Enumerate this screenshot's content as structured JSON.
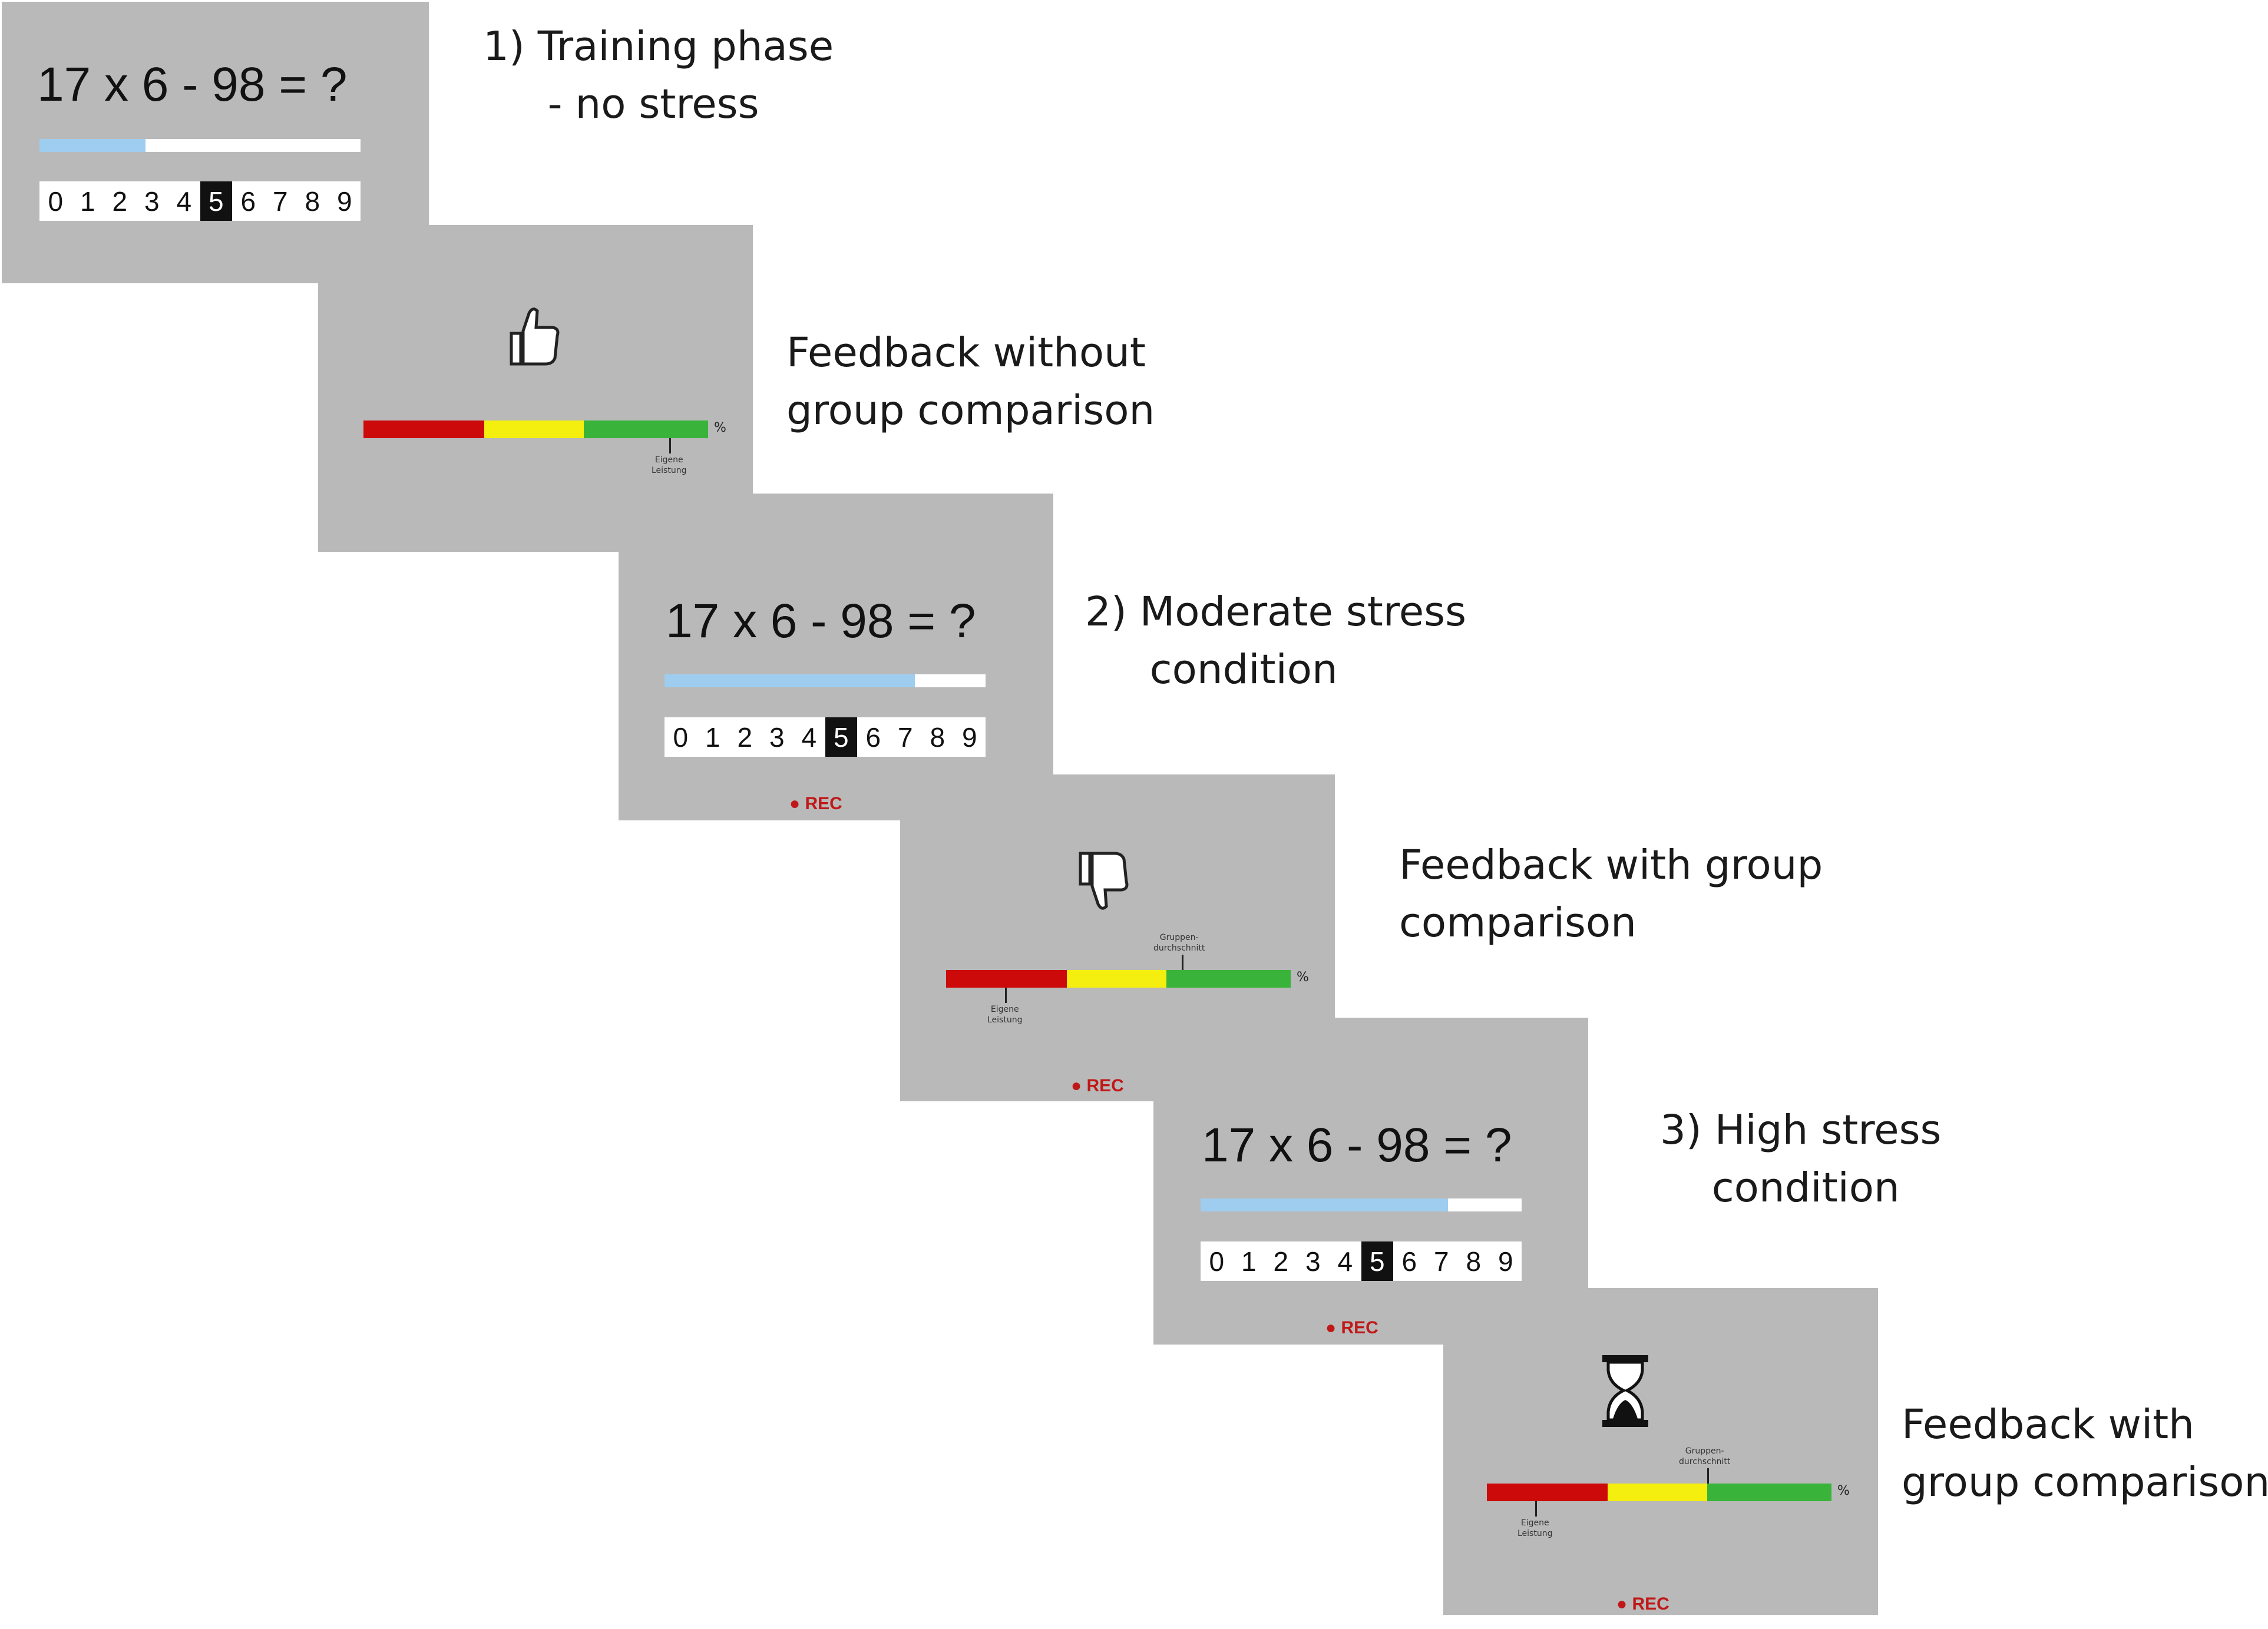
{
  "task": {
    "equation": "17 x 6 - 98 = ?",
    "digits": [
      "0",
      "1",
      "2",
      "3",
      "4",
      "5",
      "6",
      "7",
      "8",
      "9"
    ],
    "selected_digit": "5"
  },
  "phases": [
    {
      "lines": [
        "1)  Training phase",
        "     - no stress"
      ]
    },
    {
      "lines": [
        "2) Moderate stress",
        "     condition"
      ]
    },
    {
      "lines": [
        "3) High stress",
        "    condition"
      ]
    }
  ],
  "feedback_labels": [
    {
      "lines": [
        "Feedback without",
        "group comparison"
      ]
    },
    {
      "lines": [
        "Feedback with group",
        "comparison"
      ]
    },
    {
      "lines": [
        "Feedback with",
        "group comparison"
      ]
    }
  ],
  "rec_label": "● REC",
  "percent_sign": "%",
  "own_performance_note": [
    "Eigene",
    "Leistung"
  ],
  "group_average_note": [
    "Gruppen-",
    "durchschnitt"
  ],
  "progress": {
    "training": 0.33,
    "moderate": 0.78,
    "high": 0.77
  },
  "colors": {
    "red": "#cc0a0a",
    "yellow": "#f4ef0e",
    "green": "#39b33a",
    "progress": "#9fcdef"
  },
  "icons": [
    "thumbs-up-icon",
    "thumbs-down-icon",
    "hourglass-icon"
  ]
}
